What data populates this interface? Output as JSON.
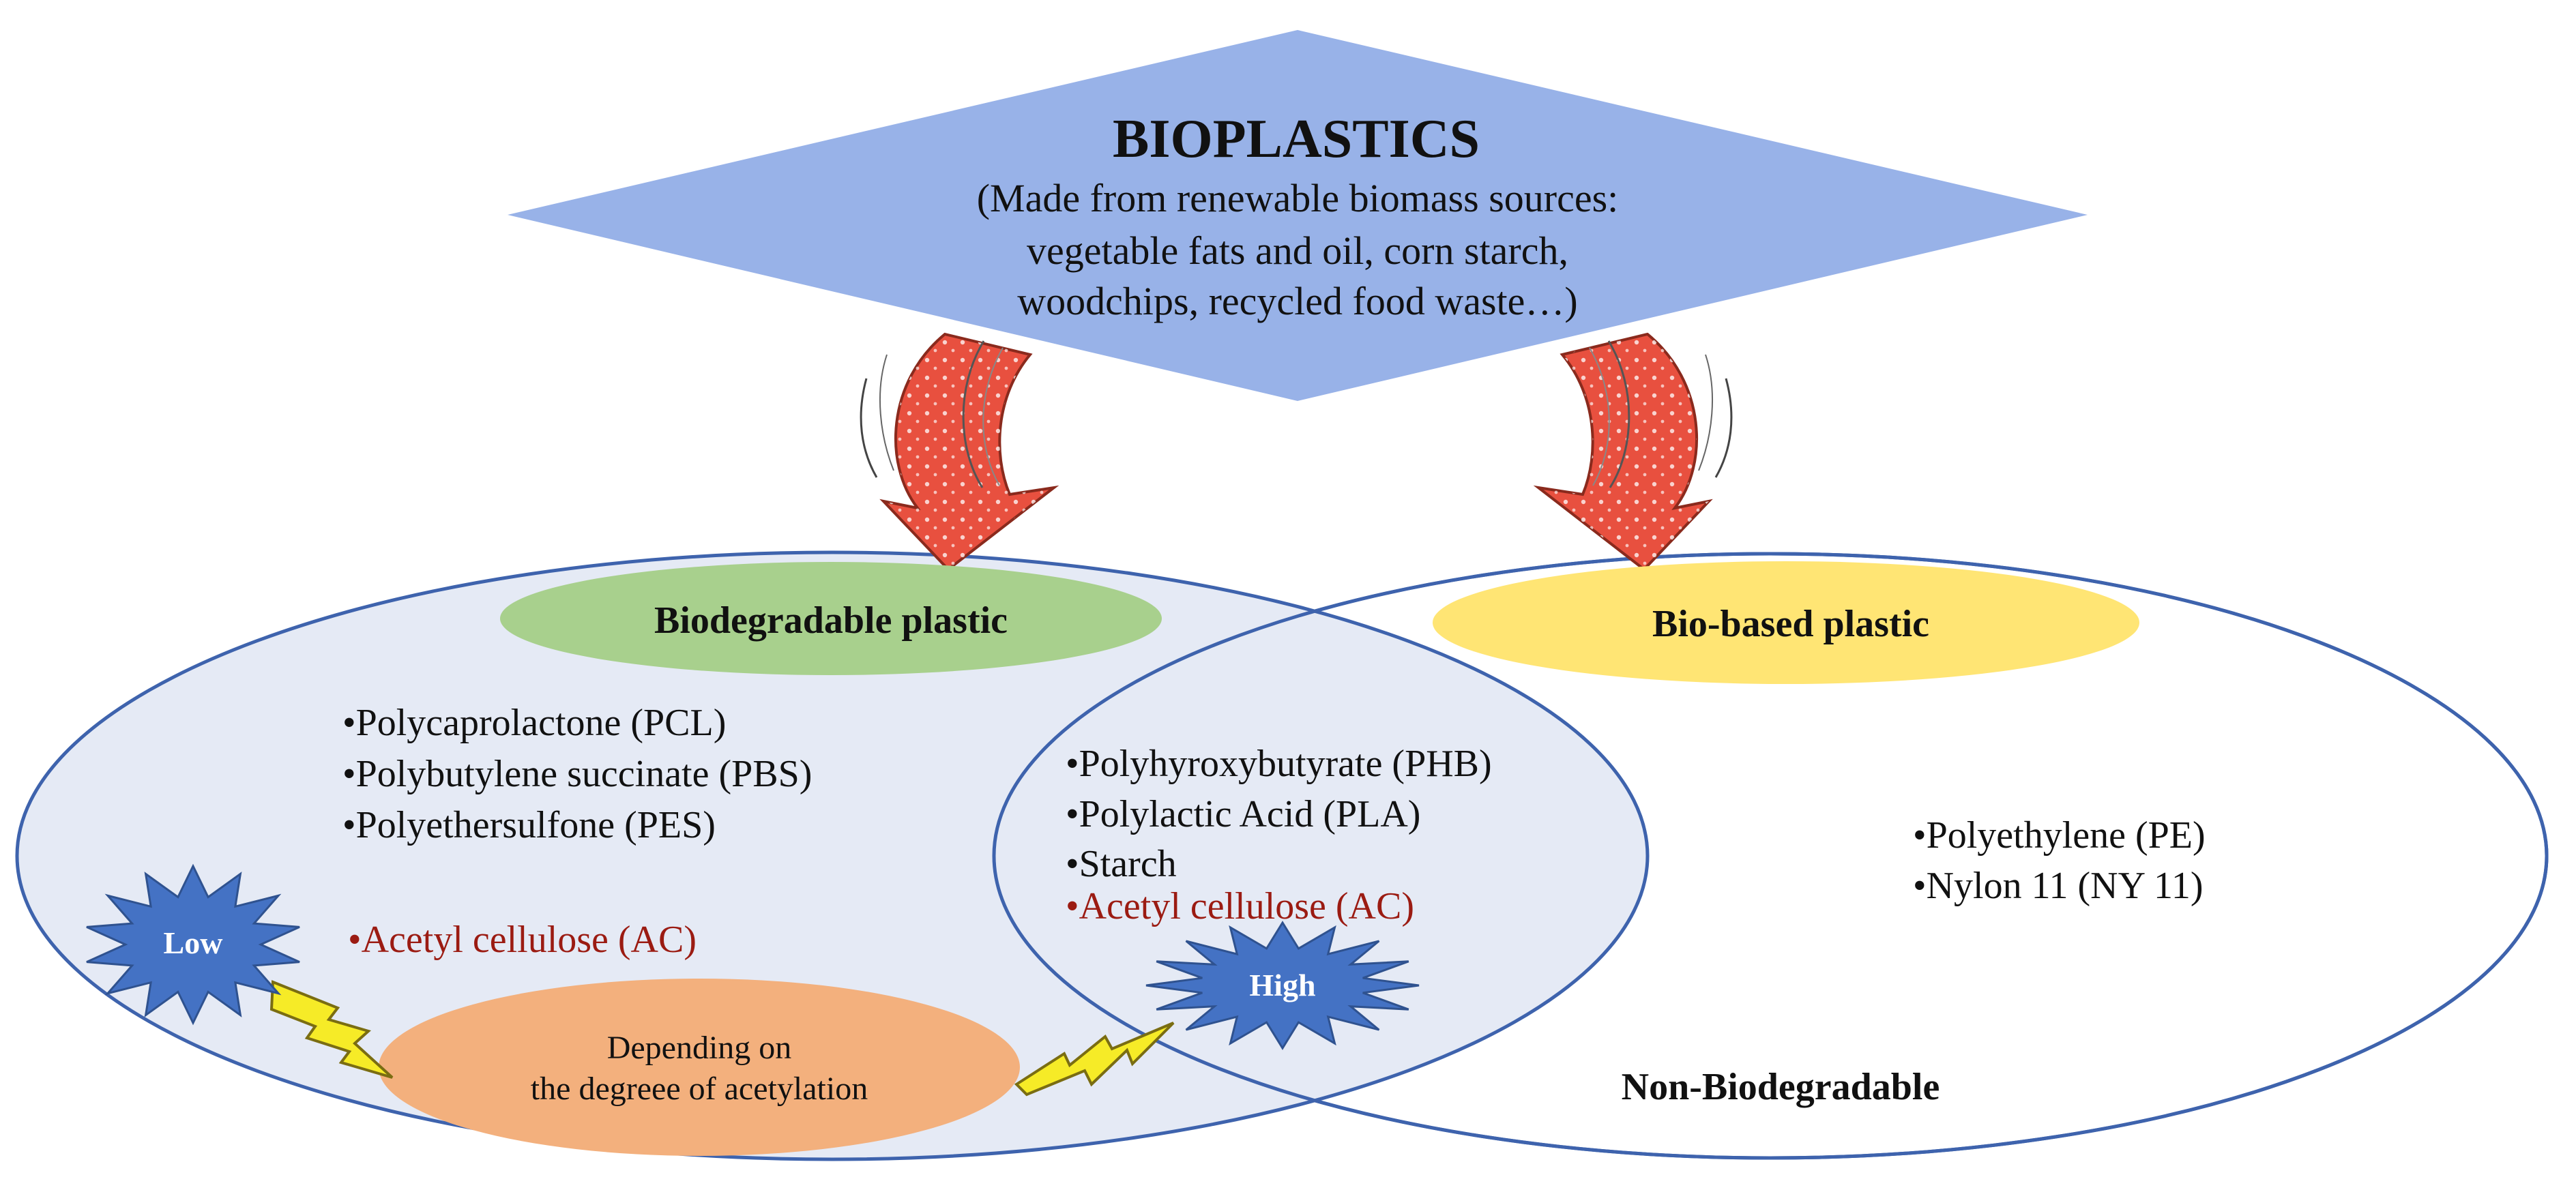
{
  "header": {
    "title": "BIOPLASTICS",
    "subtitle_lines": [
      "(Made from renewable biomass sources:",
      "vegetable fats and oil, corn starch,",
      "woodchips, recycled food waste…)"
    ]
  },
  "categories": {
    "biodegradable": "Biodegradable plastic",
    "biobased": "Bio-based plastic",
    "non_biodegradable": "Non-Biodegradable"
  },
  "lists": {
    "biodegradable_only": [
      "•Polycaprolactone (PCL)",
      "•Polybutylene succinate (PBS)",
      "•Polyethersulfone (PES)"
    ],
    "acetyl_left": "•Acetyl cellulose (AC)",
    "overlap": [
      "•Polyhyroxybutyrate (PHB)",
      "•Polylactic Acid (PLA)",
      "•Starch"
    ],
    "acetyl_right": "•Acetyl cellulose (AC)",
    "biobased_only": [
      "•Polyethylene (PE)",
      "•Nylon 11 (NY 11)"
    ]
  },
  "burst_labels": {
    "low": "Low",
    "high": "High"
  },
  "acetylation_note": [
    "Depending on",
    "the degreee of acetylation"
  ],
  "icons": {
    "diamond": "diamond-shape",
    "arrows": "curved-arrow-icon",
    "bursts": "starburst-icon",
    "bolts": "lightning-bolt-icon"
  },
  "colors": {
    "diamond": "#98b2e8",
    "left_ellipse_fill": "#e5eaf5",
    "ellipse_stroke": "#3e63ad",
    "green_pill": "#a8d08d",
    "yellow_pill": "#ffe574",
    "orange_note": "#f3b07d",
    "burst_fill": "#4472c4",
    "arrow_red": "#e8503f",
    "bolt_yellow": "#f6eb27",
    "acetyl_red": "#9b1b12"
  }
}
